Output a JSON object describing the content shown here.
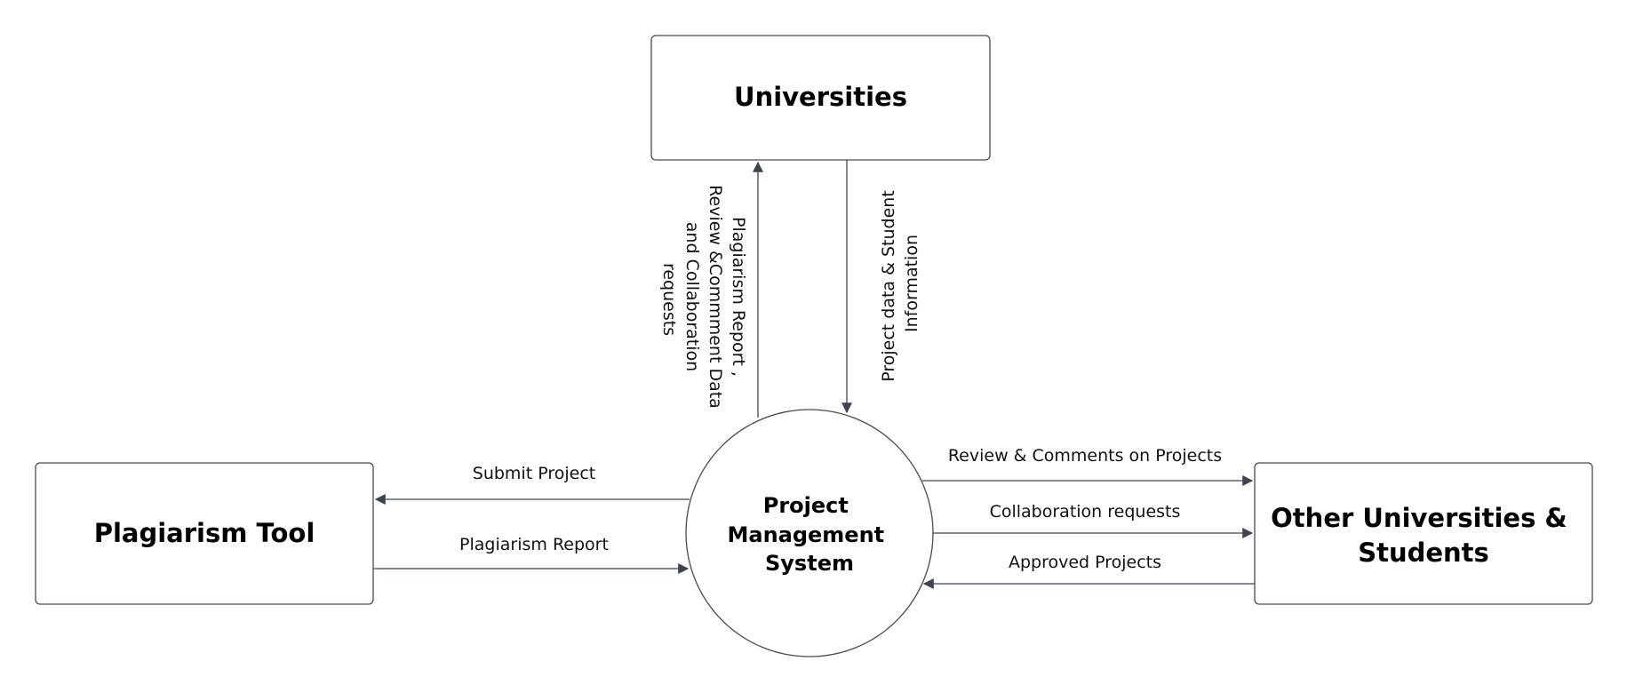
{
  "entities": {
    "universities": "Universities",
    "plagiarism_tool": "Plagiarism Tool",
    "other": [
      "Other Universities &",
      "Students"
    ]
  },
  "process": [
    "Project",
    "Management",
    "System"
  ],
  "flows": {
    "to_universities": [
      "Plagiarism Report ,",
      "Review &Commment Data",
      "and Collaboration",
      "requests"
    ],
    "from_universities": [
      "Project data & Student",
      "Information"
    ],
    "submit_project": "Submit Project",
    "plagiarism_report": "Plagiarism Report",
    "review_comments": "Review & Comments on Projects",
    "collaboration": "Collaboration requests",
    "approved": "Approved Projects"
  },
  "colors": {
    "stroke": "#4a4a4a",
    "arrow": "#3d4350"
  }
}
